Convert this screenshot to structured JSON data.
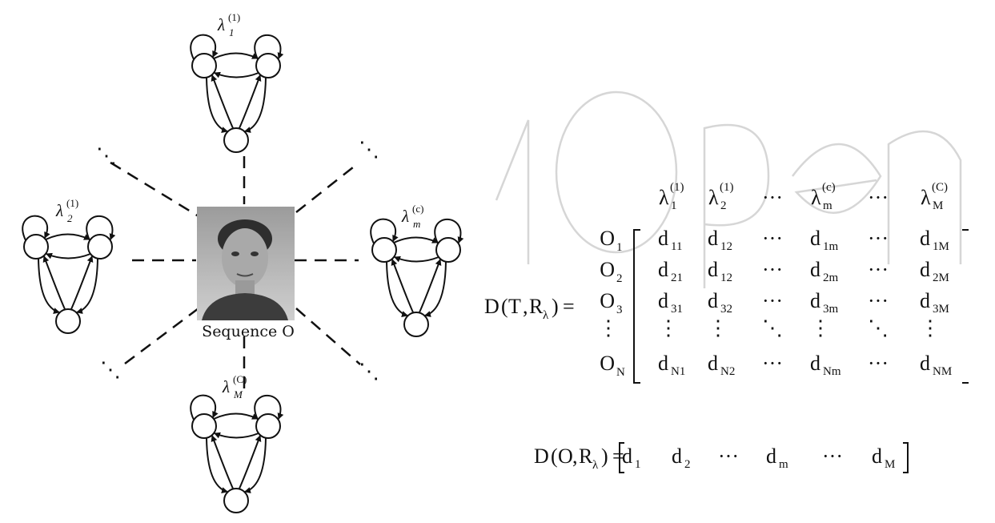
{
  "models": {
    "top": {
      "base": "λ",
      "sub": "1",
      "sup": "(1)"
    },
    "left": {
      "base": "λ",
      "sub": "2",
      "sup": "(1)"
    },
    "right": {
      "base": "λ",
      "sub": "m",
      "sup": "(c)"
    },
    "bottom": {
      "base": "λ",
      "sub": "M",
      "sup": "(C)"
    }
  },
  "center": {
    "caption": "Sequence O"
  },
  "dots": "⋱",
  "matrix": {
    "lhs": {
      "name": "D",
      "open": "(",
      "arg1": "T",
      "comma": ",",
      "arg2": "R",
      "arg2_sub": "λ",
      "close": ")",
      "eq": "="
    },
    "col_headers": [
      {
        "base": "λ",
        "sub": "1",
        "sup": "(1)"
      },
      {
        "base": "λ",
        "sub": "2",
        "sup": "(1)"
      },
      {
        "text": "···"
      },
      {
        "base": "λ",
        "sub": "m",
        "sup": "(c)"
      },
      {
        "text": "···"
      },
      {
        "base": "λ",
        "sub": "M",
        "sup": "(C)"
      }
    ],
    "row_labels": [
      {
        "base": "O",
        "sub": "1"
      },
      {
        "base": "O",
        "sub": "2"
      },
      {
        "base": "O",
        "sub": "3"
      },
      {
        "text": "⋮"
      },
      {
        "base": "O",
        "sub": "N"
      }
    ],
    "rows": [
      [
        {
          "b": "d",
          "s": "11"
        },
        {
          "b": "d",
          "s": "12"
        },
        {
          "t": "···"
        },
        {
          "b": "d",
          "s": "1m"
        },
        {
          "t": "···"
        },
        {
          "b": "d",
          "s": "1M"
        }
      ],
      [
        {
          "b": "d",
          "s": "21"
        },
        {
          "b": "d",
          "s": "12"
        },
        {
          "t": "···"
        },
        {
          "b": "d",
          "s": "2m"
        },
        {
          "t": "···"
        },
        {
          "b": "d",
          "s": "2M"
        }
      ],
      [
        {
          "b": "d",
          "s": "31"
        },
        {
          "b": "d",
          "s": "32"
        },
        {
          "t": "···"
        },
        {
          "b": "d",
          "s": "3m"
        },
        {
          "t": "···"
        },
        {
          "b": "d",
          "s": "3M"
        }
      ],
      [
        {
          "t": "⋮"
        },
        {
          "t": "⋮"
        },
        {
          "t": "⋱"
        },
        {
          "t": "⋮"
        },
        {
          "t": "⋱"
        },
        {
          "t": "⋮"
        }
      ],
      [
        {
          "b": "d",
          "s": "N1"
        },
        {
          "b": "d",
          "s": "N2"
        },
        {
          "t": "···"
        },
        {
          "b": "d",
          "s": "Nm"
        },
        {
          "t": "···"
        },
        {
          "b": "d",
          "s": "NM"
        }
      ]
    ]
  },
  "vector": {
    "lhs": {
      "name": "D",
      "open": "(",
      "arg1": "O",
      "comma": ",",
      "arg2": "R",
      "arg2_sub": "λ",
      "close": ")",
      "eq": "="
    },
    "entries": [
      {
        "b": "d",
        "s": "1"
      },
      {
        "b": "d",
        "s": "2"
      },
      {
        "t": "···"
      },
      {
        "b": "d",
        "s": "m"
      },
      {
        "t": "···"
      },
      {
        "b": "d",
        "s": "M"
      }
    ]
  }
}
